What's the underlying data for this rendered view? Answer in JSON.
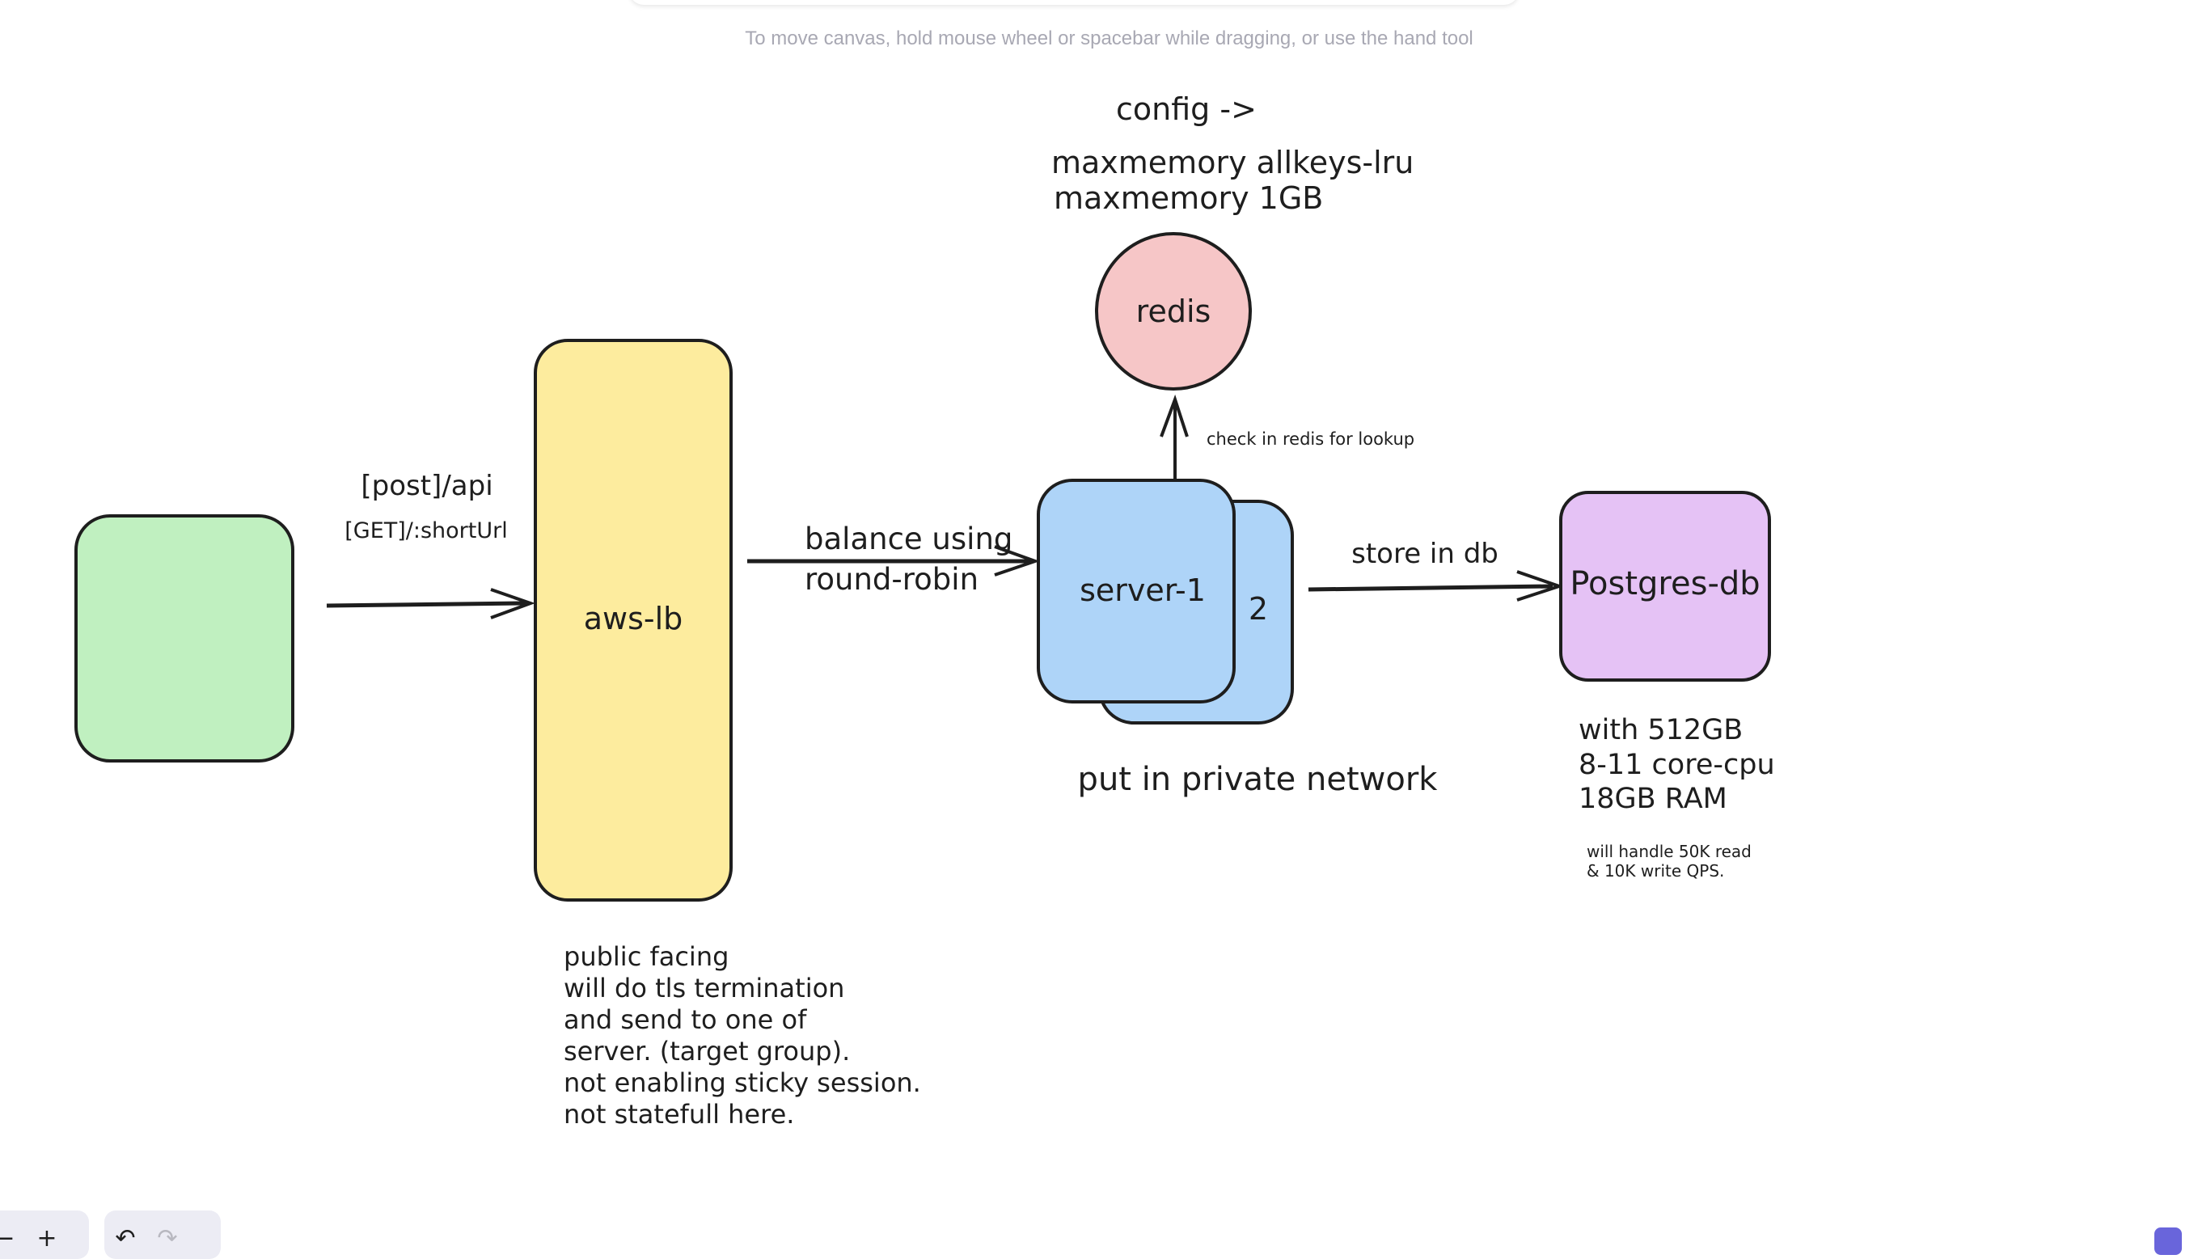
{
  "hint": "To move canvas, hold mouse wheel or spacebar while dragging, or use the hand tool",
  "toolbar": {
    "zoom_out_icon": "minus-icon",
    "zoom_in_label": "+",
    "undo_label": "↶",
    "redo_label": "↷"
  },
  "diagram": {
    "config_title": "config ->",
    "config_line1": "maxmemory allkeys-lru",
    "config_line2": "maxmemory 1GB",
    "redis_label": "redis",
    "redis_note": "check in redis for lookup",
    "route_post": "[post]/api",
    "route_get": "[GET]/:shortUrl",
    "lb_label": "aws-lb",
    "balance_line1": "balance using",
    "balance_line2": "round-robin",
    "server_label": "server-1",
    "server2_label": "2",
    "store_label": "store in db",
    "db_label": "Postgres-db",
    "db_spec1": "with 512GB",
    "db_spec2": "8-11 core-cpu",
    "db_spec3": "18GB RAM",
    "db_qps1": "will handle 50K read",
    "db_qps2": "& 10K write QPS.",
    "private_label": "put in private network",
    "lb_note1": "public facing",
    "lb_note2": "will do tls termination",
    "lb_note3": "and send to one of",
    "lb_note4": "server. (target group).",
    "lb_note5": "not enabling sticky session.",
    "lb_note6": "not statefull here."
  },
  "colors": {
    "client_fill": "#c0f0c0",
    "lb_fill": "#fdec9e",
    "server_fill": "#aed4f8",
    "redis_fill": "#f6c6c7",
    "db_fill": "#e5c2f5",
    "stroke": "#1e1e1e",
    "accent": "#6965db"
  }
}
